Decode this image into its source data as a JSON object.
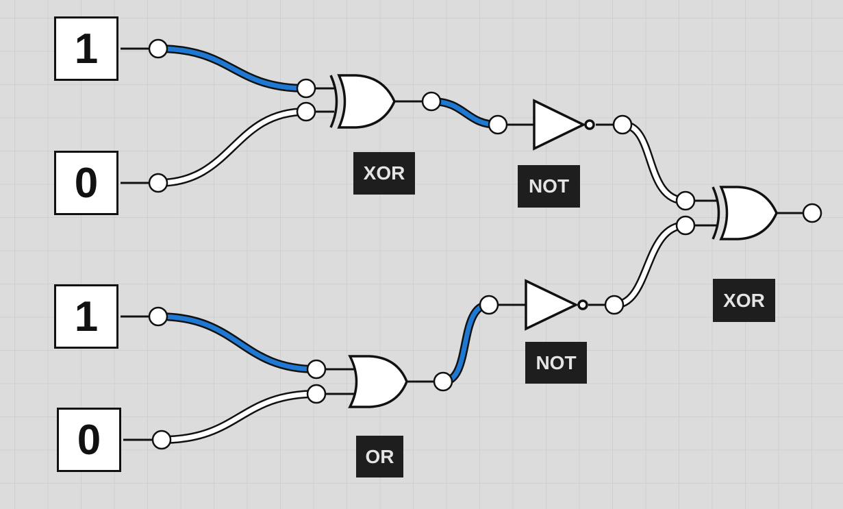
{
  "inputs": [
    {
      "label": "1",
      "state": "on"
    },
    {
      "label": "0",
      "state": "off"
    },
    {
      "label": "1",
      "state": "on"
    },
    {
      "label": "0",
      "state": "off"
    }
  ],
  "gates": [
    {
      "label": "XOR"
    },
    {
      "label": "NOT"
    },
    {
      "label": "NOT"
    },
    {
      "label": "OR"
    },
    {
      "label": "XOR"
    }
  ],
  "colors": {
    "background": "#dcdcdc",
    "grid": "#cfcfcf",
    "wire_active": "#1f78d1",
    "wire_inactive": "#ffffff",
    "stroke": "#111111",
    "label_bg": "#1e1e1e",
    "label_text": "#e4e4e4"
  }
}
